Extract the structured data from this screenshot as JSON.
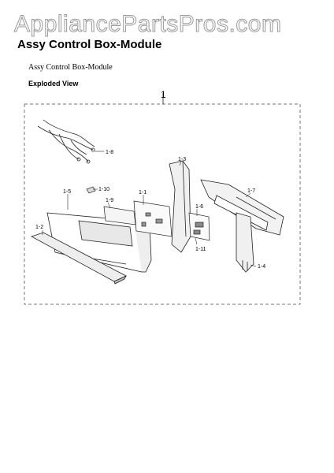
{
  "watermark": "AppliancePartsPros.com",
  "header": {
    "title": "Assy Control Box-Module"
  },
  "subtitle": "Assy Control Box-Module",
  "section_label": "Exploded View",
  "diagram": {
    "assembly_number": "1",
    "parts": [
      "1-1",
      "1-2",
      "1-3",
      "1-4",
      "1-5",
      "1-6",
      "1-7",
      "1-8",
      "1-9",
      "1-10",
      "1-11"
    ]
  }
}
